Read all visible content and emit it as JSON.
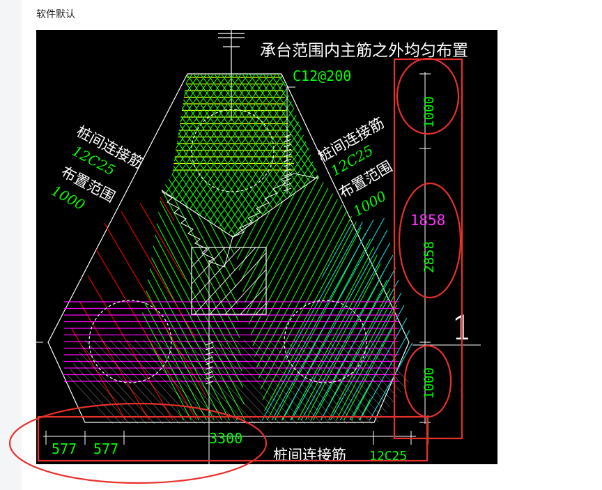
{
  "header": {
    "title": "软件默认"
  },
  "drawing": {
    "labels": {
      "top_note": "承台范围内主筋之外均匀布置",
      "top_rebar": "C12@200",
      "left_title": "桩间连接筋",
      "left_spec": "12C25",
      "left_range": "布置范围",
      "left_range_val": "1000",
      "right_title": "桩间连接筋",
      "right_spec": "12C25",
      "right_range": "布置范围",
      "right_range_val": "1000",
      "bottom_title": "桩间连接筋",
      "bottom_spec": "12C25",
      "section_mark": "1"
    },
    "dimensions": {
      "vertical": [
        "1000",
        "2858",
        "1000"
      ],
      "vertical_highlight": "1858",
      "horizontal": [
        "577",
        "577",
        "3300"
      ]
    },
    "colors": {
      "background": "#000000",
      "outline": "#ffffff",
      "yellow": "#ffff00",
      "green": "#00ff00",
      "magenta": "#ff00ff",
      "cyan": "#00e5e5",
      "red_line": "#ff0000",
      "annotation_red": "#e8302c",
      "dim_text_green": "#00ff00",
      "highlight_text": "#ff22ff"
    }
  }
}
